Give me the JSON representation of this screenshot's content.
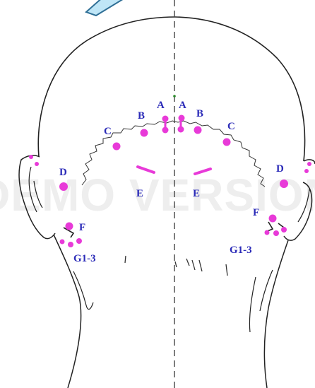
{
  "colors": {
    "label": "#2b2bb8",
    "marker": "#e83ad8",
    "outline": "#222222",
    "midline": "#444444",
    "arrow_fill": "#bfe6f7",
    "arrow_stroke": "#2f6f96",
    "watermark": "#eeeeee"
  },
  "watermark": {
    "text": "DEMO VERSION"
  },
  "labels": {
    "a_left": "A",
    "a_right": "A",
    "b_left": "B",
    "b_right": "B",
    "c_left": "C",
    "c_right": "C",
    "d_left": "D",
    "d_right": "D",
    "e_left": "E",
    "e_right": "E",
    "f_left": "F",
    "f_right": "F",
    "g_left": "G1-3",
    "g_right": "G1-3"
  },
  "icons": {
    "arrow": "arrow-icon"
  }
}
